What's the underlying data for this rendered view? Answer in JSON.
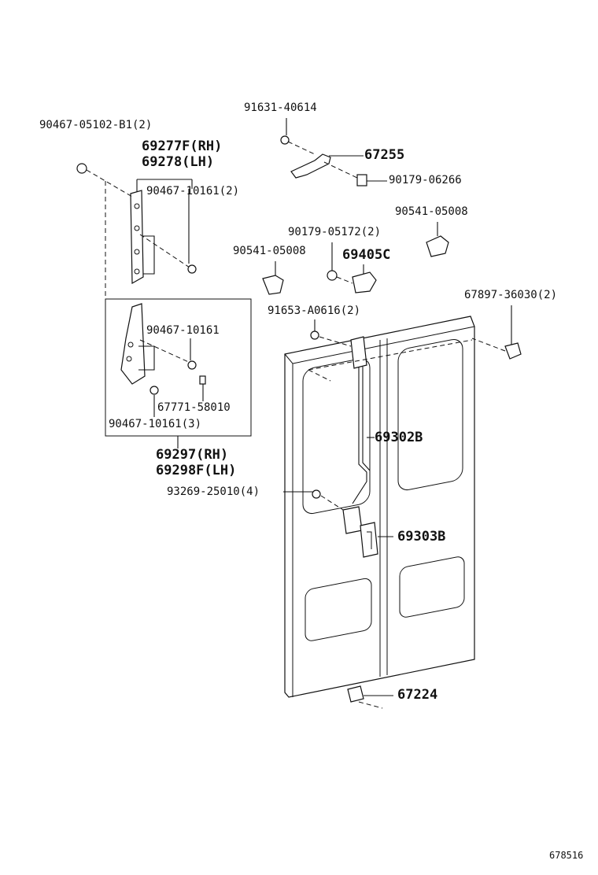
{
  "labels": {
    "p90467_05102": "90467-05102-B1(2)",
    "p69277f": "69277F(RH)",
    "p69278": "69278(LH)",
    "p90467_10161_2": "90467-10161(2)",
    "p91631": "91631-40614",
    "p67255": "67255",
    "p90179_06266": "90179-06266",
    "p90541_a": "90541-05008",
    "p90179_05172": "90179-05172(2)",
    "p90541_b": "90541-05008",
    "p69405c": "69405C",
    "p67897": "67897-36030(2)",
    "p91653": "91653-A0616(2)",
    "p90467_10161": "90467-10161",
    "p67771": "67771-58010",
    "p90467_10161_3": "90467-10161(3)",
    "p69297": "69297(RH)",
    "p69298f": "69298F(LH)",
    "p69302b": "69302B",
    "p93269": "93269-25010(4)",
    "p69303b": "69303B",
    "p67224": "67224",
    "catalog": "678516"
  }
}
